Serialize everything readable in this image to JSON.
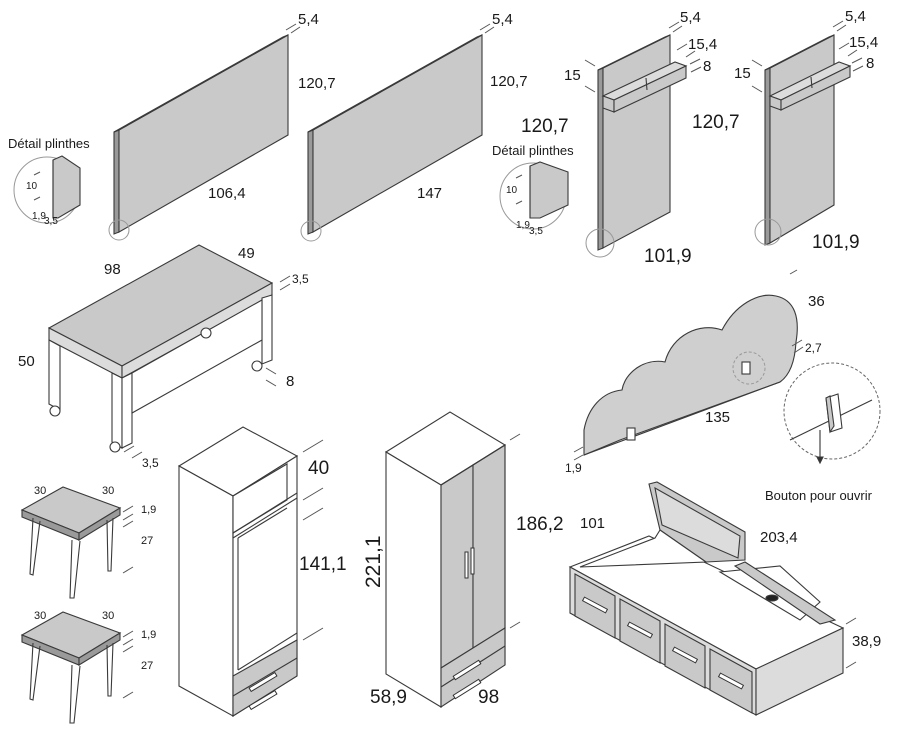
{
  "labels": {
    "headboard1": {
      "thick": "5,4",
      "height": "120,7",
      "width": "106,4"
    },
    "headboard2": {
      "thick": "5,4",
      "height": "120,7",
      "width": "147"
    },
    "detail1": {
      "title": "Détail plinthes",
      "h": "10",
      "a": "1,9",
      "b": "3,5"
    },
    "detail2": {
      "title": "Détail plinthes",
      "h": "10",
      "a": "1,9",
      "b": "3,5"
    },
    "shelfpanel1": {
      "thick": "5,4",
      "shelf_depth": "15,4",
      "shelf_h": "8",
      "shelf_pos": "15",
      "height": "120,7",
      "width": "101,9"
    },
    "shelfpanel2": {
      "thick": "5,4",
      "shelf_depth": "15,4",
      "shelf_h": "8",
      "shelf_pos": "15",
      "height": "120,7",
      "width": "101,9"
    },
    "desk": {
      "width": "98",
      "depth": "49",
      "top": "3,5",
      "height": "50",
      "rail": "8",
      "leg": "3,5"
    },
    "cloud": {
      "height": "36",
      "thick": "2,7",
      "width": "135",
      "base": "1,9",
      "button_note": "Bouton pour ouvrir"
    },
    "stool1": {
      "w": "30",
      "d": "30",
      "top": "1,9",
      "h": "27"
    },
    "stool2": {
      "w": "30",
      "d": "30",
      "top": "1,9",
      "h": "27"
    },
    "wardrobe_open": {
      "depth": "40",
      "inner": "141,1"
    },
    "wardrobe": {
      "height": "221,1",
      "door": "186,2",
      "depth": "58,9",
      "width": "98"
    },
    "bed": {
      "depth": "101",
      "length": "203,4",
      "height": "38,9"
    }
  }
}
